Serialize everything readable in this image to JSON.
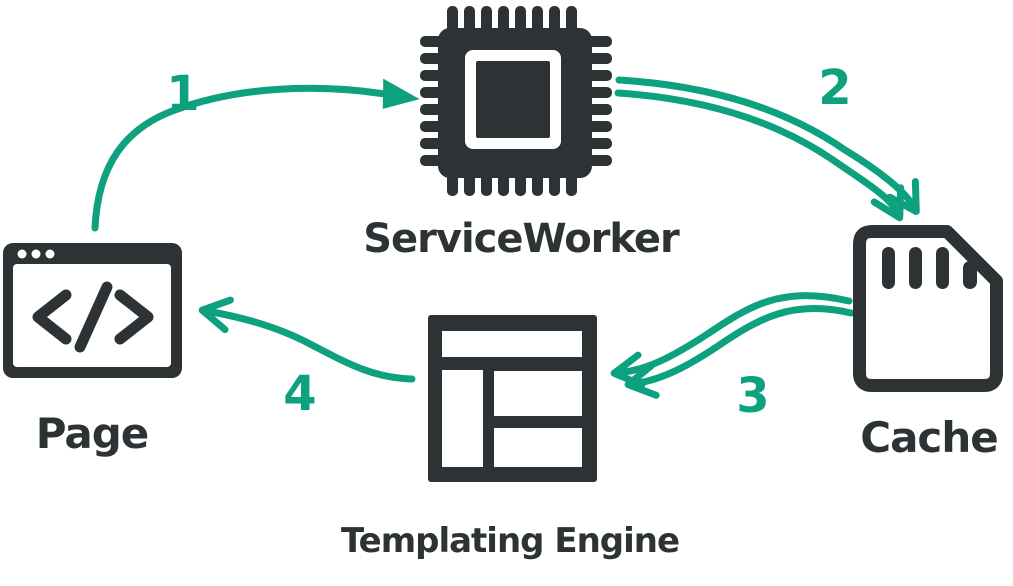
{
  "colors": {
    "ink": "#2d3334",
    "accent": "#0ea17f",
    "background": "#ffffff"
  },
  "nodes": {
    "page": {
      "label": "Page",
      "icon": "browser-code-icon"
    },
    "service_worker": {
      "label": "ServiceWorker",
      "icon": "cpu-chip-icon"
    },
    "cache": {
      "label": "Cache",
      "icon": "sd-card-icon"
    },
    "templating_engine": {
      "label": "Templating Engine",
      "icon": "layout-template-icon"
    }
  },
  "flows": [
    {
      "step": "1",
      "from": "Page",
      "to": "ServiceWorker",
      "style": "single-line-arrow"
    },
    {
      "step": "2",
      "from": "ServiceWorker",
      "to": "Cache",
      "style": "double-line-arrow"
    },
    {
      "step": "3",
      "from": "Cache",
      "to": "Templating Engine",
      "style": "double-line-arrow"
    },
    {
      "step": "4",
      "from": "Templating Engine",
      "to": "Page",
      "style": "single-line-arrow"
    }
  ]
}
